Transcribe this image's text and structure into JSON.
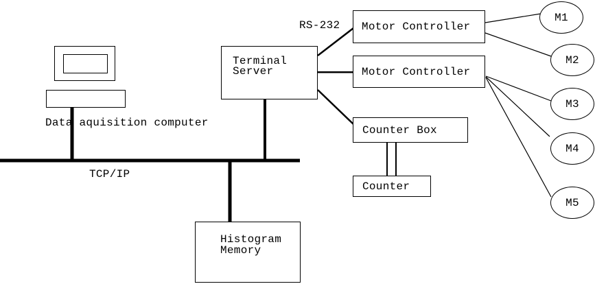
{
  "diagram": {
    "computer_label": "Data aquisition computer",
    "bus_label": "TCP/IP",
    "serial_label": "RS-232",
    "terminal_server": {
      "line1": "Terminal",
      "line2": "Server"
    },
    "motor_controller_top": "Motor Controller",
    "motor_controller_bottom": "Motor Controller",
    "counter_box": "Counter Box",
    "counter": "Counter",
    "histogram_memory": {
      "line1": "Histogram",
      "line2": "Memory"
    },
    "motors": [
      "M1",
      "M2",
      "M3",
      "M4",
      "M5"
    ],
    "colors": {
      "line": "#000000",
      "background": "#ffffff",
      "text": "#000000"
    }
  }
}
